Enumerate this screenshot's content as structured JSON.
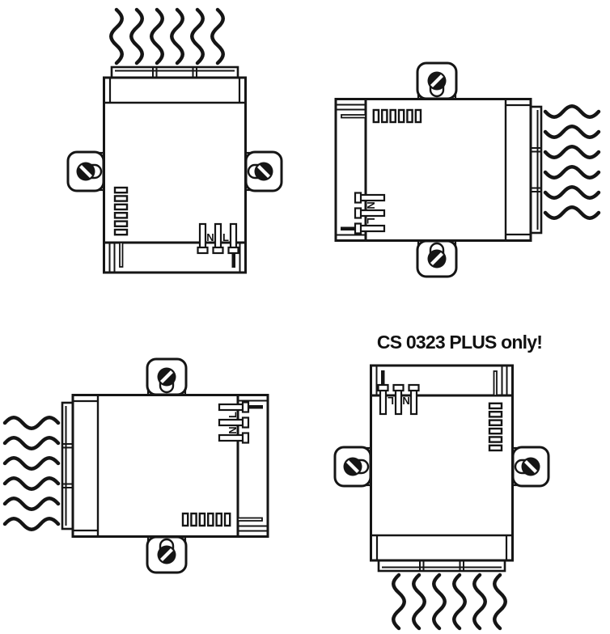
{
  "figure": {
    "type": "mounting-orientation-diagram",
    "note_label": "CS 0323 PLUS only!",
    "terminal_labels": {
      "neutral": "N",
      "line": "L"
    },
    "colors": {
      "line": "#151515",
      "background": "#ffffff",
      "screw_fill": "#151515"
    },
    "module": {
      "vent_slot_count": 6,
      "heat_wave_count": 6,
      "mounting_ear_count": 2,
      "screw_count": 2,
      "terminal_pin_count": 3
    },
    "orientations": [
      {
        "position": "top-left",
        "rotation_deg": 0,
        "heat_direction": "up"
      },
      {
        "position": "top-right",
        "rotation_deg": 90,
        "heat_direction": "right"
      },
      {
        "position": "bottom-left",
        "rotation_deg": 270,
        "heat_direction": "left"
      },
      {
        "position": "bottom-right",
        "rotation_deg": 180,
        "heat_direction": "down",
        "note": "CS 0323 PLUS only!"
      }
    ]
  }
}
